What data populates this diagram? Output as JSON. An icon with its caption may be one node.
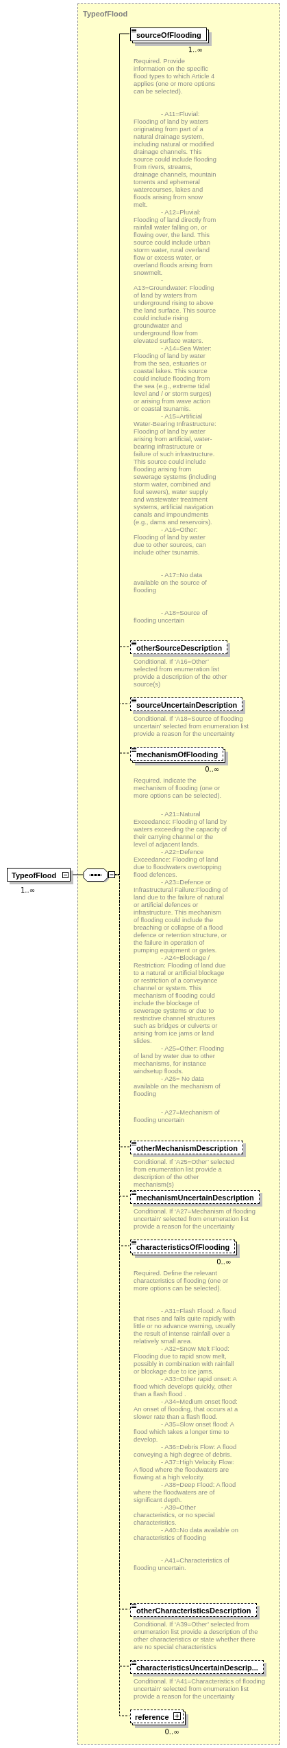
{
  "diagram": {
    "nodes": [
      {
        "text": [
          "TypeofFlood"
        ],
        "beside": [
          "1..∞"
        ]
      },
      {
        "text": [
          "TypeofFlood"
        ]
      },
      {
        "text": [],
        "shape": "octagon",
        "in": 1
      },
      {
        "text": [
          "sourceOfFlooding"
        ],
        "in": 1,
        "beside": [
          "1..∞",
          "Required. Provide information on the specific flood types to which Article 4 applies (one or more options can be selected).",
          "- A11=Fluvial: Flooding of land by waters originating from part of a natural drainage system, including natural or modified drainage channels. This source could include flooding from rivers, streams, drainage channels, mountain torrents and ephemeral watercourses, lakes and floods arising from snow melt.",
          "- A12=Pluvial: Flooding of land directly from rainfall water falling on, or flowing over, the land. This source could include urban storm water, rural overland flow or excess water, or overland floods arising from snowmelt.",
          "- A13=Groundwater: Flooding of land by waters from underground rising to above the land surface. This source could include rising groundwater and underground flow from elevated surface waters.",
          "- A14=Sea Water: Flooding of land by water from the sea, estuaries or coastal lakes. This source could include flooding from the sea (e.g., extreme tidal level and / or storm surges) or arising from wave action or coastal tsunamis.",
          "- A15=Artificial Water-Bearing Infrastructure: Flooding of land by water arising from artificial, water-bearing infrastructure or failure of such infrastructure. This source could include flooding arising from sewerage systems (including storm water, combined and foul sewers), water supply and wastewater treatment systems, artificial navigation canals and impoundments (e.g., dams and reservoirs).",
          "- A16=Other: Flooding of land by water due to other sources, can include other tsunamis.",
          "- A17=No data available on the source of flooding",
          "- A18=Source of flooding uncertain"
        ]
      },
      {
        "text": [
          "otherSourceDescription"
        ],
        "in": 1,
        "beside": [
          "Conditional. If ‘A16=Other’ selected from enumeration list provide a description of the other source(s)"
        ]
      },
      {
        "text": [
          "sourceUncertainDescription"
        ],
        "in": 1,
        "beside": [
          "Conditional. If ‘A18=Source of flooding uncertain’ selected from enumeration list provide a reason for the uncertainty"
        ]
      },
      {
        "text": [
          "mechanismOfFlooding"
        ],
        "in": 1,
        "beside": [
          "0..∞",
          "Required. Indicate the mechanism of flooding (one or more options can be selected).",
          "- A21=Natural Exceedance: Flooding of land by waters exceeding the capacity of their carrying channel or the level of adjacent lands.",
          "- A22=Defence Exceedance: Flooding of land due to floodwaters overtopping flood defences.",
          "- A23=Defence or Infrastructural Failure:Flooding of land due to the failure of natural or artificial defences or infrastructure. This mechanism of flooding could include the breaching or collapse of a flood defence or retention structure, or the failure in operation of pumping equipment or gates.",
          "- A24=Blockage / Restriction: Flooding of land due to a natural or artificial blockage or restriction of a conveyance channel or system. This mechanism of flooding could include the blockage of sewerage systems or due to restrictive channel structures such as bridges or culverts or arising from ice jams or land slides.",
          "- A25=Other: Flooding of land by water due to other mechanisms, for instance windsetup floods.",
          "- A26= No data available on the mechanism of flooding",
          "- A27=Mechanism of flooding uncertain"
        ]
      },
      {
        "text": [
          "otherMechanismDescription"
        ],
        "in": 1,
        "beside": [
          "Conditional. If ‘A25=Other’ selected from enumeration list provide a description of the other mechanism(s)"
        ]
      },
      {
        "text": [
          "mechanismUncertainDescription"
        ],
        "in": 1,
        "beside": [
          "Conditional. If ‘A27=Mechanism of flooding uncertain’ selected from enumeration list provide a reason for the uncertainty"
        ]
      },
      {
        "text": [
          "characteristicsOfFlooding"
        ],
        "in": 1,
        "beside": [
          "0..∞",
          "Required. Define the relevant characteristics of flooding (one or more options can be selected).",
          "- A31=Flash Flood: A flood that rises and falls quite rapidly with little or no advance warning, usually the result of intense rainfall over a relatively small area.",
          "- A32=Snow Melt Flood: Flooding due to rapid snow melt, possibly in combination with rainfall or blockage due to ice jams.",
          "- A33=Other rapid onset: A flood which develops quickly, other than a flash flood .",
          "- A34=Medium onset flood: An onset of flooding, that occurs at a slower rate than a flash flood.",
          "- A35=Slow onset flood: A flood which takes a longer time to develop.",
          "- A36=Debris Flow: A flood conveying a high degree of debris.",
          "- A37=High Velocity Flow: A flood where the floodwaters are flowing at a high velocity.",
          "- A38=Deep Flood: A flood where the floodwaters are of significant depth.",
          "- A39=Other characteristics, or no special characteristics.",
          "- A40=No data available on characteristics of flooding",
          "- A41=Characteristics of flooding uncertain."
        ]
      },
      {
        "text": [
          "otherCharacteristicsDescription"
        ],
        "in": 1,
        "beside": [
          "Conditional. If ‘A39=Other’ selected from enumeration list provide a description of the other characteristics or state whether there are no special characteristics"
        ]
      },
      {
        "text": [
          "characteristicsUncertainDescrip..."
        ],
        "in": 1,
        "beside": [
          "Conditional. If ‘A41=Characteristics of flooding uncertain’ selected from enumeration list provide a reason for the uncertainty"
        ]
      },
      {
        "text": [
          "reference"
        ],
        "in": 1,
        "beside": [
          "0..∞"
        ]
      }
    ],
    "edges": [
      {
        "from": 0,
        "to": 2,
        "arrow": "none"
      },
      {
        "from": 2,
        "to": 3,
        "arrow": "none"
      },
      {
        "from": 2,
        "to": 4,
        "arrow": "none",
        "style": "dashed"
      },
      {
        "from": 2,
        "to": 5,
        "arrow": "none",
        "style": "dashed"
      },
      {
        "from": 2,
        "to": 6,
        "arrow": "none",
        "style": "dashed"
      },
      {
        "from": 2,
        "to": 7,
        "arrow": "none",
        "style": "dashed"
      },
      {
        "from": 2,
        "to": 8,
        "arrow": "none",
        "style": "dashed"
      },
      {
        "from": 2,
        "to": 9,
        "arrow": "none",
        "style": "dashed"
      },
      {
        "from": 2,
        "to": 10,
        "arrow": "none",
        "style": "dashed"
      },
      {
        "from": 2,
        "to": 11,
        "arrow": "none",
        "style": "dashed"
      },
      {
        "from": 2,
        "to": 12,
        "arrow": "none",
        "style": "dashed"
      }
    ]
  }
}
